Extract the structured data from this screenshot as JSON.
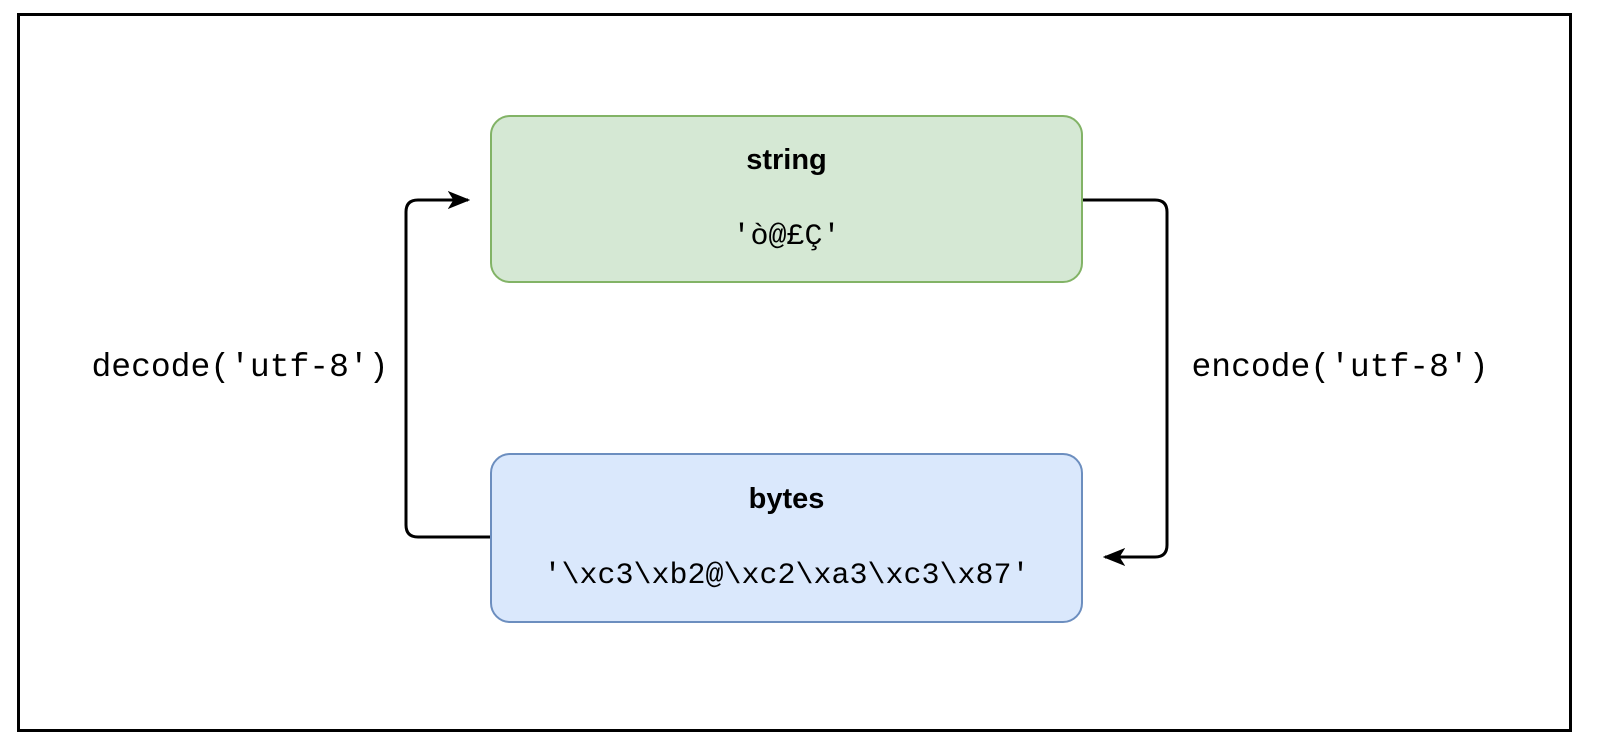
{
  "diagram": {
    "nodes": {
      "string": {
        "title": "string",
        "value": "'ò@£Ç'",
        "fill": "#d5e8d4",
        "border": "#82b366"
      },
      "bytes": {
        "title": "bytes",
        "value": "'\\xc3\\xb2@\\xc2\\xa3\\xc3\\x87'",
        "fill": "#dae8fc",
        "border": "#6c8ebf"
      }
    },
    "edges": {
      "decode": {
        "label": "decode('utf-8')",
        "from": "bytes",
        "to": "string"
      },
      "encode": {
        "label": "encode('utf-8')",
        "from": "string",
        "to": "bytes"
      }
    },
    "colors": {
      "arrow": "#000000",
      "frame_border": "#000000",
      "background": "#ffffff"
    }
  }
}
